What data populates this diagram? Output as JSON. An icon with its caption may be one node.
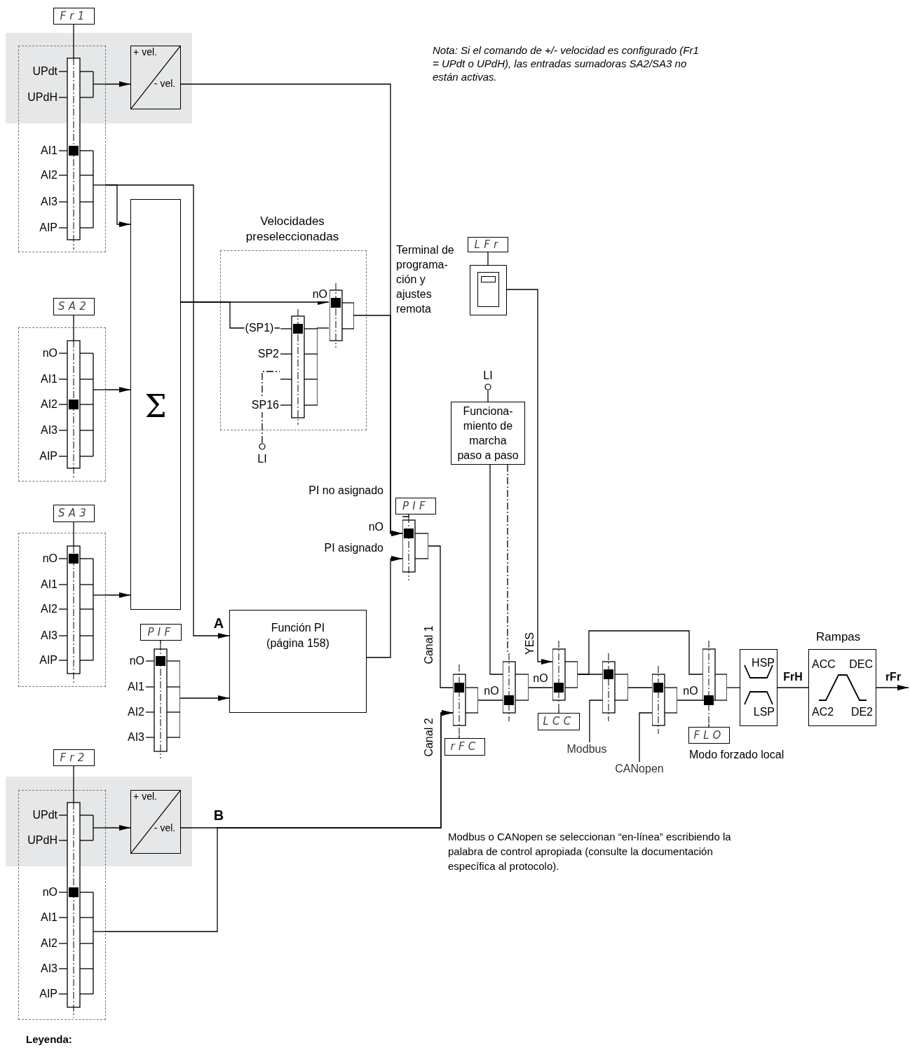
{
  "diagram": {
    "nodes": [
      {
        "text": [
          "Fr1"
        ]
      },
      {
        "text": [
          "UPdt",
          "UPdH",
          "AI1",
          "AI2",
          "AI3",
          "AIP"
        ]
      },
      {
        "text": [
          "+ vel.",
          "- vel."
        ]
      },
      {
        "text": [
          "Σ"
        ]
      },
      {
        "text": [
          "SA2"
        ]
      },
      {
        "text": [
          "nO",
          "AI1",
          "AI2",
          "AI3",
          "AIP"
        ]
      },
      {
        "text": [
          "SA3"
        ]
      },
      {
        "text": [
          "nO",
          "AI1",
          "AI2",
          "AI3",
          "AIP"
        ]
      },
      {
        "text": [
          "PIF"
        ]
      },
      {
        "text": [
          "nO",
          "AI1",
          "AI2",
          "AI3"
        ]
      },
      {
        "text": [
          "Función PI (página 158)"
        ]
      },
      {
        "text": [
          "Fr2"
        ]
      },
      {
        "text": [
          "UPdt",
          "UPdH",
          "nO",
          "AI1",
          "AI2",
          "AI3",
          "AIP"
        ]
      },
      {
        "text": [
          "+ vel.",
          "- vel."
        ]
      },
      {
        "text": [
          "Velocidades preseleccionadas"
        ]
      },
      {
        "text": [
          "SP2",
          "SP16"
        ],
        "in": 14
      },
      {
        "text": [
          "nO"
        ],
        "in": 14
      },
      {
        "text": [
          "LI"
        ]
      },
      {
        "text": [
          "LFr"
        ]
      },
      {
        "text": [],
        "shape": "box"
      },
      {
        "text": [
          "PIF"
        ]
      },
      {
        "text": [
          "nO",
          "PI asignado"
        ]
      },
      {
        "text": [],
        "shape": "bar"
      },
      {
        "text": [
          "rFC"
        ]
      },
      {
        "text": [
          "LI"
        ]
      },
      {
        "text": [
          "Funciona- miento de marcha paso a paso"
        ]
      },
      {
        "text": [],
        "shape": "bar"
      },
      {
        "text": [],
        "shape": "bar"
      },
      {
        "text": [
          "LCC"
        ]
      },
      {
        "text": [],
        "shape": "bar"
      },
      {
        "text": [],
        "shape": "bar"
      },
      {
        "text": [],
        "shape": "bar"
      },
      {
        "text": [
          "FLO"
        ],
        "beside": [
          "Modo forzado local"
        ]
      },
      {
        "text": [
          "HSP",
          "LSP"
        ]
      },
      {
        "text": [
          "Rampas",
          "ACC",
          "DEC",
          "AC2",
          "DE2"
        ]
      },
      {
        "text": [
          "Modbus"
        ]
      },
      {
        "text": [
          "CANopen"
        ]
      }
    ],
    "edges": [
      {
        "from": 0,
        "to": 1,
        "arrow": "none"
      },
      {
        "from": 1,
        "to": 2,
        "arrow": "to"
      },
      {
        "from": 2,
        "to": 21,
        "arrow": "to"
      },
      {
        "from": 1,
        "to": 3,
        "arrow": "to"
      },
      {
        "from": 1,
        "to": 10,
        "arrow": "to"
      },
      {
        "from": 4,
        "to": 5,
        "arrow": "none"
      },
      {
        "from": 5,
        "to": 3,
        "arrow": "to"
      },
      {
        "from": 6,
        "to": 7,
        "arrow": "none"
      },
      {
        "from": 7,
        "to": 3,
        "arrow": "to"
      },
      {
        "from": 3,
        "to": 16,
        "arrow": "to"
      },
      {
        "from": 3,
        "to": 15,
        "arrow": "none",
        "label": "(SP1)"
      },
      {
        "from": 15,
        "to": 16,
        "arrow": "none"
      },
      {
        "from": 17,
        "to": 15,
        "arrow": "none",
        "style": "dashed"
      },
      {
        "from": 16,
        "to": 21,
        "arrow": "to"
      },
      {
        "from": 8,
        "to": 9,
        "arrow": "none"
      },
      {
        "from": 9,
        "to": 10,
        "arrow": "to"
      },
      {
        "from": 10,
        "to": 21,
        "arrow": "to"
      },
      {
        "from": 11,
        "to": 12,
        "arrow": "none"
      },
      {
        "from": 12,
        "to": 13,
        "arrow": "to"
      },
      {
        "from": 13,
        "to": 22,
        "arrow": "to"
      },
      {
        "from": 12,
        "to": 22,
        "arrow": "to"
      },
      {
        "from": 18,
        "to": 19,
        "arrow": "none"
      },
      {
        "from": 19,
        "to": 27,
        "arrow": "to"
      },
      {
        "from": 20,
        "to": 21,
        "arrow": "none"
      },
      {
        "from": 21,
        "to": 22,
        "arrow": "none"
      },
      {
        "from": 22,
        "to": 23,
        "arrow": "none"
      },
      {
        "from": 24,
        "to": 25,
        "arrow": "none"
      },
      {
        "from": 25,
        "to": 26,
        "arrow": "none"
      },
      {
        "from": 25,
        "to": 26,
        "arrow": "none",
        "style": "dashed"
      },
      {
        "from": 22,
        "to": 26,
        "arrow": "none"
      },
      {
        "from": 26,
        "to": 27,
        "arrow": "none"
      },
      {
        "from": 27,
        "to": 28,
        "arrow": "none"
      },
      {
        "from": 27,
        "to": 29,
        "arrow": "none"
      },
      {
        "from": 27,
        "to": 31,
        "arrow": "none"
      },
      {
        "from": 29,
        "to": 30,
        "arrow": "none"
      },
      {
        "from": 30,
        "to": 31,
        "arrow": "none"
      },
      {
        "from": 31,
        "to": 32,
        "arrow": "none"
      },
      {
        "from": 31,
        "to": 33,
        "arrow": "none"
      },
      {
        "from": 33,
        "to": 34,
        "arrow": "none",
        "label": "FrH"
      },
      {
        "from": 34,
        "to": null,
        "arrow": "to",
        "label": "rFr"
      },
      {
        "from": 35,
        "to": 29,
        "arrow": "none"
      },
      {
        "from": 36,
        "to": 30,
        "arrow": "none"
      }
    ],
    "labels": [
      "Nota: Si el comando de +/- velocidad es configurado (Fr1 = UPdt o UPdH), las entradas sumadoras SA2/SA3 no están activas.",
      "Terminal de programa- ción y ajustes remota",
      "PI no asignado",
      "A",
      "Canal 1",
      "Canal 2",
      "B",
      "nO",
      "YES",
      "nO",
      "nO",
      "Modbus o CANopen se seleccionan “en-línea” escribiendo la palabra de control apropiada (consulte la documentación específica al protocolo).",
      "Leyenda:"
    ]
  }
}
